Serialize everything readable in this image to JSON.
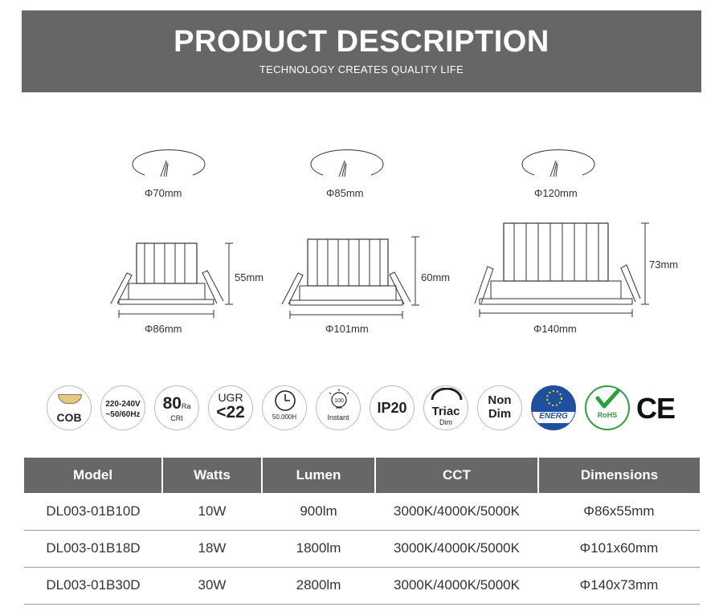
{
  "header": {
    "title": "PRODUCT DESCRIPTION",
    "subtitle": "TECHNOLOGY CREATES QUALITY LIFE"
  },
  "drawings": [
    {
      "cutout": "Φ70mm",
      "height": "55mm",
      "diameter": "Φ86mm"
    },
    {
      "cutout": "Φ85mm",
      "height": "60mm",
      "diameter": "Φ101mm"
    },
    {
      "cutout": "Φ120mm",
      "height": "73mm",
      "diameter": "Φ140mm"
    }
  ],
  "icons": {
    "cob": "COB",
    "voltage_line1": "220-240V",
    "voltage_line2": "~50/60Hz",
    "cri_value": "80",
    "cri_unit": "Ra",
    "cri_label": "CRI",
    "ugr_label": "UGR",
    "ugr_value": "<22",
    "lifetime": "50,000H",
    "instant_pct": "100",
    "instant_label": "Instant",
    "ip": "IP20",
    "triac": "Triac",
    "triac_dim": "Dim",
    "nondim_line1": "Non",
    "nondim_line2": "Dim",
    "energy": "ENERG",
    "rohs": "RoHS",
    "ce": "CE"
  },
  "table": {
    "headers": [
      "Model",
      "Watts",
      "Lumen",
      "CCT",
      "Dimensions"
    ],
    "rows": [
      [
        "DL003-01B10D",
        "10W",
        "900lm",
        "3000K/4000K/5000K",
        "Φ86x55mm"
      ],
      [
        "DL003-01B18D",
        "18W",
        "1800lm",
        "3000K/4000K/5000K",
        "Φ101x60mm"
      ],
      [
        "DL003-01B30D",
        "30W",
        "2800lm",
        "3000K/4000K/5000K",
        "Φ140x73mm"
      ]
    ]
  }
}
